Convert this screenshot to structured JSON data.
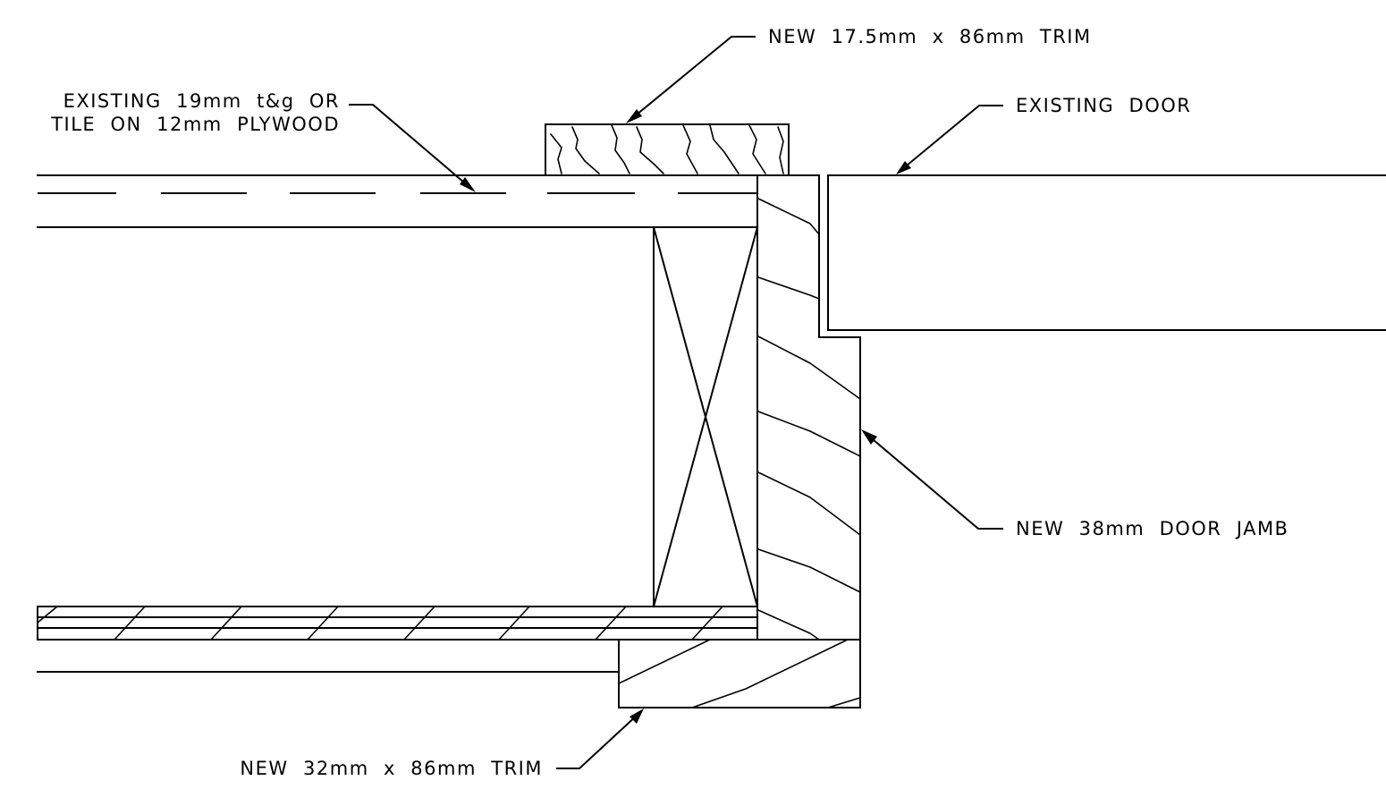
{
  "labels": {
    "new_trim_top": "NEW  17.5mm  x  86mm  TRIM",
    "existing_floor_line1": "EXISTING  19mm  t&g  OR",
    "existing_floor_line2": "TILE  ON  12mm  PLYWOOD",
    "existing_door": "EXISTING  DOOR",
    "new_door_jamb": "NEW  38mm  DOOR  JAMB",
    "new_trim_bottom": "NEW  32mm  x  86mm  TRIM"
  }
}
